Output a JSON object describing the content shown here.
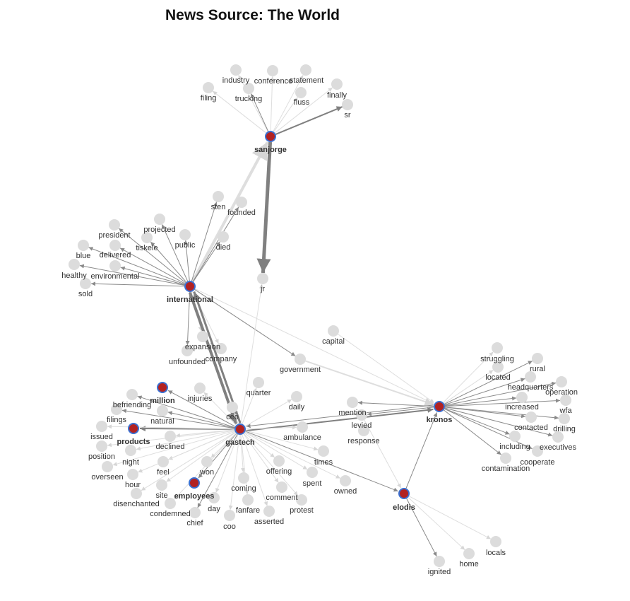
{
  "title": "News Source: The World",
  "colors": {
    "hub_fill": "#b22222",
    "hub_stroke": "#3a6fd0",
    "leaf": "#dcdcdc",
    "edge_strong": "#808080",
    "edge_mid": "#999999",
    "edge_faint": "#dddddd"
  },
  "nodes": [
    {
      "id": "sanjorge",
      "label": "sanjorge",
      "hub": true
    },
    {
      "id": "international",
      "label": "international",
      "hub": true
    },
    {
      "id": "gastech",
      "label": "gastech",
      "hub": true
    },
    {
      "id": "kronos",
      "label": "kronos",
      "hub": true
    },
    {
      "id": "elodis",
      "label": "elodis",
      "hub": true
    },
    {
      "id": "million",
      "label": "million",
      "hub": true
    },
    {
      "id": "products",
      "label": "products",
      "hub": true
    },
    {
      "id": "employees",
      "label": "employees",
      "hub": true
    },
    {
      "id": "industry",
      "label": "industry"
    },
    {
      "id": "conference",
      "label": "conference"
    },
    {
      "id": "statement",
      "label": "statement"
    },
    {
      "id": "filing",
      "label": "filing"
    },
    {
      "id": "trucking",
      "label": "trucking"
    },
    {
      "id": "fluss",
      "label": "fluss"
    },
    {
      "id": "finally",
      "label": "finally"
    },
    {
      "id": "sr",
      "label": "sr"
    },
    {
      "id": "sten",
      "label": "sten"
    },
    {
      "id": "founded",
      "label": "founded"
    },
    {
      "id": "jr",
      "label": "jr"
    },
    {
      "id": "projected",
      "label": "projected"
    },
    {
      "id": "president",
      "label": "president"
    },
    {
      "id": "public",
      "label": "public"
    },
    {
      "id": "tiskele",
      "label": "tiskele"
    },
    {
      "id": "died",
      "label": "died"
    },
    {
      "id": "blue",
      "label": "blue"
    },
    {
      "id": "delivered",
      "label": "delivered"
    },
    {
      "id": "healthy",
      "label": "healthy"
    },
    {
      "id": "environmental",
      "label": "environmental"
    },
    {
      "id": "sold",
      "label": "sold"
    },
    {
      "id": "capital",
      "label": "capital"
    },
    {
      "id": "expansion",
      "label": "expansion"
    },
    {
      "id": "company",
      "label": "company"
    },
    {
      "id": "unfounded",
      "label": "unfounded"
    },
    {
      "id": "government",
      "label": "government"
    },
    {
      "id": "quarter",
      "label": "quarter"
    },
    {
      "id": "injuries",
      "label": "injuries"
    },
    {
      "id": "befriending",
      "label": "befriending"
    },
    {
      "id": "daily",
      "label": "daily"
    },
    {
      "id": "ceo",
      "label": "ceo"
    },
    {
      "id": "filings",
      "label": "filings"
    },
    {
      "id": "natural",
      "label": "natural"
    },
    {
      "id": "mention",
      "label": "mention"
    },
    {
      "id": "levied",
      "label": "levied"
    },
    {
      "id": "issued",
      "label": "issued"
    },
    {
      "id": "response",
      "label": "response"
    },
    {
      "id": "ambulance",
      "label": "ambulance"
    },
    {
      "id": "declined",
      "label": "declined"
    },
    {
      "id": "position",
      "label": "position"
    },
    {
      "id": "night",
      "label": "night"
    },
    {
      "id": "times",
      "label": "times"
    },
    {
      "id": "feel",
      "label": "feel"
    },
    {
      "id": "won",
      "label": "won"
    },
    {
      "id": "offering",
      "label": "offering"
    },
    {
      "id": "overseen",
      "label": "overseen"
    },
    {
      "id": "hour",
      "label": "hour"
    },
    {
      "id": "spent",
      "label": "spent"
    },
    {
      "id": "owned",
      "label": "owned"
    },
    {
      "id": "coming",
      "label": "coming"
    },
    {
      "id": "disenchanted",
      "label": "disenchanted"
    },
    {
      "id": "site",
      "label": "site"
    },
    {
      "id": "comment",
      "label": "comment"
    },
    {
      "id": "day",
      "label": "day"
    },
    {
      "id": "fanfare",
      "label": "fanfare"
    },
    {
      "id": "protest",
      "label": "protest"
    },
    {
      "id": "condemned",
      "label": "condemned"
    },
    {
      "id": "chief",
      "label": "chief"
    },
    {
      "id": "asserted",
      "label": "asserted"
    },
    {
      "id": "coo",
      "label": "coo"
    },
    {
      "id": "struggling",
      "label": "struggling"
    },
    {
      "id": "rural",
      "label": "rural"
    },
    {
      "id": "located",
      "label": "located"
    },
    {
      "id": "headquarters",
      "label": "headquarters"
    },
    {
      "id": "operation",
      "label": "operation"
    },
    {
      "id": "wfa",
      "label": "wfa"
    },
    {
      "id": "increased",
      "label": "increased"
    },
    {
      "id": "contacted",
      "label": "contacted"
    },
    {
      "id": "drilling",
      "label": "drilling"
    },
    {
      "id": "including",
      "label": "including"
    },
    {
      "id": "executives",
      "label": "executives"
    },
    {
      "id": "cooperate",
      "label": "cooperate"
    },
    {
      "id": "contamination",
      "label": "contamination"
    },
    {
      "id": "locals",
      "label": "locals"
    },
    {
      "id": "home",
      "label": "home"
    },
    {
      "id": "ignited",
      "label": "ignited"
    }
  ],
  "edges": [
    {
      "from": "sanjorge",
      "to": "jr",
      "weight": 5,
      "shade": "strong"
    },
    {
      "from": "sanjorge",
      "to": "sr",
      "weight": 2,
      "shade": "strong"
    },
    {
      "from": "sanjorge",
      "to": "filing",
      "weight": 1,
      "shade": "faint"
    },
    {
      "from": "sanjorge",
      "to": "industry",
      "weight": 1,
      "shade": "faint"
    },
    {
      "from": "sanjorge",
      "to": "conference",
      "weight": 1,
      "shade": "faint"
    },
    {
      "from": "sanjorge",
      "to": "statement",
      "weight": 1,
      "shade": "faint"
    },
    {
      "from": "sanjorge",
      "to": "trucking",
      "weight": 1,
      "shade": "mid"
    },
    {
      "from": "sanjorge",
      "to": "fluss",
      "weight": 1,
      "shade": "faint"
    },
    {
      "from": "sanjorge",
      "to": "finally",
      "weight": 1,
      "shade": "faint"
    },
    {
      "from": "international",
      "to": "sanjorge",
      "weight": 4,
      "shade": "faint"
    },
    {
      "from": "international",
      "to": "sten",
      "weight": 1,
      "shade": "mid"
    },
    {
      "from": "international",
      "to": "founded",
      "weight": 1,
      "shade": "mid"
    },
    {
      "from": "international",
      "to": "died",
      "weight": 1,
      "shade": "mid"
    },
    {
      "from": "international",
      "to": "public",
      "weight": 1,
      "shade": "mid"
    },
    {
      "from": "international",
      "to": "projected",
      "weight": 1,
      "shade": "mid"
    },
    {
      "from": "international",
      "to": "president",
      "weight": 1,
      "shade": "mid"
    },
    {
      "from": "international",
      "to": "tiskele",
      "weight": 1,
      "shade": "mid"
    },
    {
      "from": "international",
      "to": "delivered",
      "weight": 1,
      "shade": "mid"
    },
    {
      "from": "international",
      "to": "blue",
      "weight": 1,
      "shade": "mid"
    },
    {
      "from": "international",
      "to": "healthy",
      "weight": 1,
      "shade": "mid"
    },
    {
      "from": "international",
      "to": "environmental",
      "weight": 1,
      "shade": "mid"
    },
    {
      "from": "international",
      "to": "sold",
      "weight": 1,
      "shade": "mid"
    },
    {
      "from": "international",
      "to": "unfounded",
      "weight": 1,
      "shade": "mid"
    },
    {
      "from": "international",
      "to": "expansion",
      "weight": 1,
      "shade": "faint"
    },
    {
      "from": "international",
      "to": "company",
      "weight": 1,
      "shade": "faint"
    },
    {
      "from": "international",
      "to": "government",
      "weight": 1,
      "shade": "mid"
    },
    {
      "from": "international",
      "to": "kronos",
      "weight": 1,
      "shade": "faint"
    },
    {
      "from": "international",
      "to": "gastech",
      "weight": 4,
      "shade": "strong"
    },
    {
      "from": "gastech",
      "to": "international",
      "weight": 3,
      "shade": "strong"
    },
    {
      "from": "government",
      "to": "kronos",
      "weight": 2,
      "shade": "faint"
    },
    {
      "from": "capital",
      "to": "kronos",
      "weight": 1,
      "shade": "faint"
    },
    {
      "from": "gastech",
      "to": "jr",
      "weight": 1,
      "shade": "faint"
    },
    {
      "from": "gastech",
      "to": "kronos",
      "weight": 2,
      "shade": "strong"
    },
    {
      "from": "kronos",
      "to": "gastech",
      "weight": 1,
      "shade": "mid"
    },
    {
      "from": "kronos",
      "to": "mention",
      "weight": 1,
      "shade": "mid"
    },
    {
      "from": "kronos",
      "to": "levied",
      "weight": 1,
      "shade": "mid"
    },
    {
      "from": "gastech",
      "to": "million",
      "weight": 1,
      "shade": "mid"
    },
    {
      "from": "gastech",
      "to": "products",
      "weight": 2,
      "shade": "strong"
    },
    {
      "from": "gastech",
      "to": "employees",
      "weight": 1,
      "shade": "mid"
    },
    {
      "from": "gastech",
      "to": "elodis",
      "weight": 1,
      "shade": "mid"
    },
    {
      "from": "gastech",
      "to": "quarter",
      "weight": 1,
      "shade": "faint"
    },
    {
      "from": "gastech",
      "to": "injuries",
      "weight": 1,
      "shade": "faint"
    },
    {
      "from": "gastech",
      "to": "befriending",
      "weight": 1,
      "shade": "mid"
    },
    {
      "from": "gastech",
      "to": "daily",
      "weight": 1,
      "shade": "faint"
    },
    {
      "from": "gastech",
      "to": "ceo",
      "weight": 1,
      "shade": "faint"
    },
    {
      "from": "gastech",
      "to": "filings",
      "weight": 1,
      "shade": "mid"
    },
    {
      "from": "gastech",
      "to": "natural",
      "weight": 1,
      "shade": "mid"
    },
    {
      "from": "gastech",
      "to": "issued",
      "weight": 1,
      "shade": "faint"
    },
    {
      "from": "gastech",
      "to": "ambulance",
      "weight": 1,
      "shade": "faint"
    },
    {
      "from": "gastech",
      "to": "declined",
      "weight": 1,
      "shade": "faint"
    },
    {
      "from": "gastech",
      "to": "position",
      "weight": 1,
      "shade": "faint"
    },
    {
      "from": "gastech",
      "to": "night",
      "weight": 1,
      "shade": "faint"
    },
    {
      "from": "gastech",
      "to": "times",
      "weight": 1,
      "shade": "faint"
    },
    {
      "from": "gastech",
      "to": "feel",
      "weight": 1,
      "shade": "faint"
    },
    {
      "from": "gastech",
      "to": "won",
      "weight": 1,
      "shade": "faint"
    },
    {
      "from": "gastech",
      "to": "offering",
      "weight": 1,
      "shade": "faint"
    },
    {
      "from": "gastech",
      "to": "overseen",
      "weight": 1,
      "shade": "faint"
    },
    {
      "from": "gastech",
      "to": "hour",
      "weight": 1,
      "shade": "faint"
    },
    {
      "from": "gastech",
      "to": "spent",
      "weight": 1,
      "shade": "faint"
    },
    {
      "from": "gastech",
      "to": "owned",
      "weight": 1,
      "shade": "faint"
    },
    {
      "from": "gastech",
      "to": "coming",
      "weight": 1,
      "shade": "faint"
    },
    {
      "from": "gastech",
      "to": "disenchanted",
      "weight": 1,
      "shade": "faint"
    },
    {
      "from": "gastech",
      "to": "site",
      "weight": 1,
      "shade": "faint"
    },
    {
      "from": "gastech",
      "to": "comment",
      "weight": 1,
      "shade": "faint"
    },
    {
      "from": "gastech",
      "to": "day",
      "weight": 1,
      "shade": "faint"
    },
    {
      "from": "gastech",
      "to": "fanfare",
      "weight": 1,
      "shade": "faint"
    },
    {
      "from": "gastech",
      "to": "protest",
      "weight": 1,
      "shade": "faint"
    },
    {
      "from": "gastech",
      "to": "condemned",
      "weight": 1,
      "shade": "faint"
    },
    {
      "from": "gastech",
      "to": "chief",
      "weight": 1,
      "shade": "mid"
    },
    {
      "from": "gastech",
      "to": "asserted",
      "weight": 1,
      "shade": "faint"
    },
    {
      "from": "gastech",
      "to": "coo",
      "weight": 1,
      "shade": "faint"
    },
    {
      "from": "kronos",
      "to": "struggling",
      "weight": 1,
      "shade": "faint"
    },
    {
      "from": "kronos",
      "to": "rural",
      "weight": 1,
      "shade": "mid"
    },
    {
      "from": "kronos",
      "to": "located",
      "weight": 1,
      "shade": "faint"
    },
    {
      "from": "kronos",
      "to": "headquarters",
      "weight": 1,
      "shade": "mid"
    },
    {
      "from": "kronos",
      "to": "operation",
      "weight": 1,
      "shade": "mid"
    },
    {
      "from": "kronos",
      "to": "wfa",
      "weight": 1,
      "shade": "mid"
    },
    {
      "from": "kronos",
      "to": "increased",
      "weight": 1,
      "shade": "mid"
    },
    {
      "from": "kronos",
      "to": "contacted",
      "weight": 1,
      "shade": "mid"
    },
    {
      "from": "kronos",
      "to": "drilling",
      "weight": 1,
      "shade": "mid"
    },
    {
      "from": "kronos",
      "to": "including",
      "weight": 1,
      "shade": "mid"
    },
    {
      "from": "kronos",
      "to": "executives",
      "weight": 1,
      "shade": "mid"
    },
    {
      "from": "kronos",
      "to": "cooperate",
      "weight": 1,
      "shade": "mid"
    },
    {
      "from": "kronos",
      "to": "contamination",
      "weight": 1,
      "shade": "mid"
    },
    {
      "from": "elodis",
      "to": "kronos",
      "weight": 1,
      "shade": "mid"
    },
    {
      "from": "elodis",
      "to": "ignited",
      "weight": 1,
      "shade": "mid"
    },
    {
      "from": "elodis",
      "to": "home",
      "weight": 1,
      "shade": "faint"
    },
    {
      "from": "elodis",
      "to": "locals",
      "weight": 1,
      "shade": "faint"
    },
    {
      "from": "levied",
      "to": "elodis",
      "weight": 1,
      "shade": "faint"
    }
  ]
}
